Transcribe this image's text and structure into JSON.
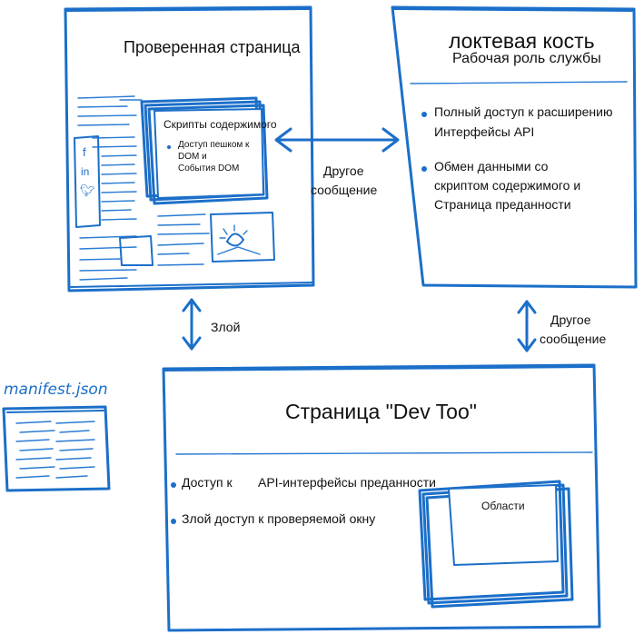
{
  "inspected_page": {
    "title": "Проверенная страница",
    "content_scripts": {
      "title": "Скрипты содержимого",
      "bullet_line1": "Доступ пешком к",
      "bullet_line2": "DOM и",
      "bullet_line3": "События DOM"
    }
  },
  "service_worker": {
    "title": "локтевая кость",
    "subtitle": "Рабочая роль службы",
    "bullets": [
      {
        "line1": "Полный доступ к расширению",
        "line2": "Интерфейсы API"
      },
      {
        "line1": "Обмен данными со",
        "line2": "скриптом содержимого и",
        "line3": "Страница преданности"
      }
    ]
  },
  "arrows": {
    "top_horizontal_line1": "Другое",
    "top_horizontal_line2": "сообщение",
    "left_vertical": "Злой",
    "right_vertical_line1": "Другое",
    "right_vertical_line2": "сообщение"
  },
  "manifest": {
    "label": "manifest.json"
  },
  "devtools_page": {
    "title": "Страница \"Dev Too\"",
    "bullets": [
      {
        "text1": "Доступ к",
        "text2": "API-интерфейсы преданности"
      },
      {
        "text1": "Злой доступ к проверяемой окну"
      }
    ],
    "panels_label": "Области"
  },
  "colors": {
    "ink": "#1b6fc9",
    "text": "#111111"
  }
}
